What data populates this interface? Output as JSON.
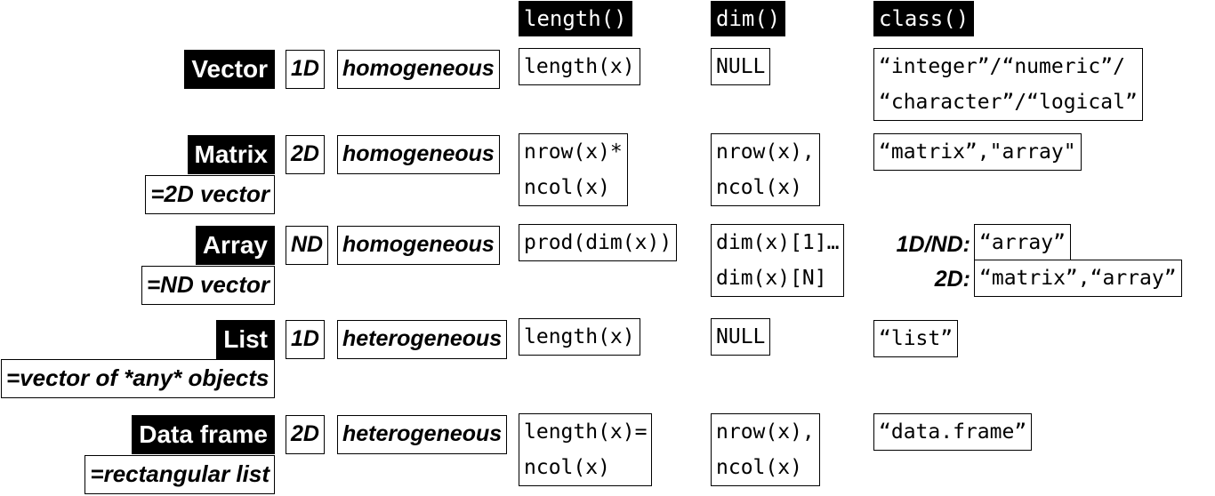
{
  "headers": {
    "length": "length()",
    "dim": "dim()",
    "class": "class()"
  },
  "rows": {
    "vector": {
      "type": "Vector",
      "dims": "1D",
      "homogeneity": "homogeneous",
      "length": [
        "length(x)"
      ],
      "dim": [
        "NULL"
      ],
      "class": [
        "“integer”/“numeric”/",
        "“character”/“logical”"
      ]
    },
    "matrix": {
      "type": "Matrix",
      "note": "=2D vector",
      "dims": "2D",
      "homogeneity": "homogeneous",
      "length": [
        "nrow(x)*",
        "ncol(x)"
      ],
      "dim": [
        "nrow(x),",
        "ncol(x)"
      ],
      "class": [
        "“matrix”,\"array\""
      ]
    },
    "array": {
      "type": "Array",
      "note": "=ND vector",
      "dims": "ND",
      "homogeneity": "homogeneous",
      "length": [
        "prod(dim(x))"
      ],
      "dim": [
        "dim(x)[1]…",
        "dim(x)[N]"
      ],
      "class_1d_label": "1D/ND:",
      "class_1d": "“array”",
      "class_2d_label": "2D:",
      "class_2d": "“matrix”,“array”"
    },
    "list": {
      "type": "List",
      "note": "=vector of  *any* objects",
      "dims": "1D",
      "homogeneity": "heterogeneous",
      "length": [
        "length(x)"
      ],
      "dim": [
        "NULL"
      ],
      "class": [
        "“list”"
      ]
    },
    "dataframe": {
      "type": "Data frame",
      "note": "=rectangular list",
      "dims": "2D",
      "homogeneity": "heterogeneous",
      "length": [
        "length(x)=",
        "ncol(x)"
      ],
      "dim": [
        "nrow(x),",
        "ncol(x)"
      ],
      "class": [
        "“data.frame”"
      ]
    }
  }
}
